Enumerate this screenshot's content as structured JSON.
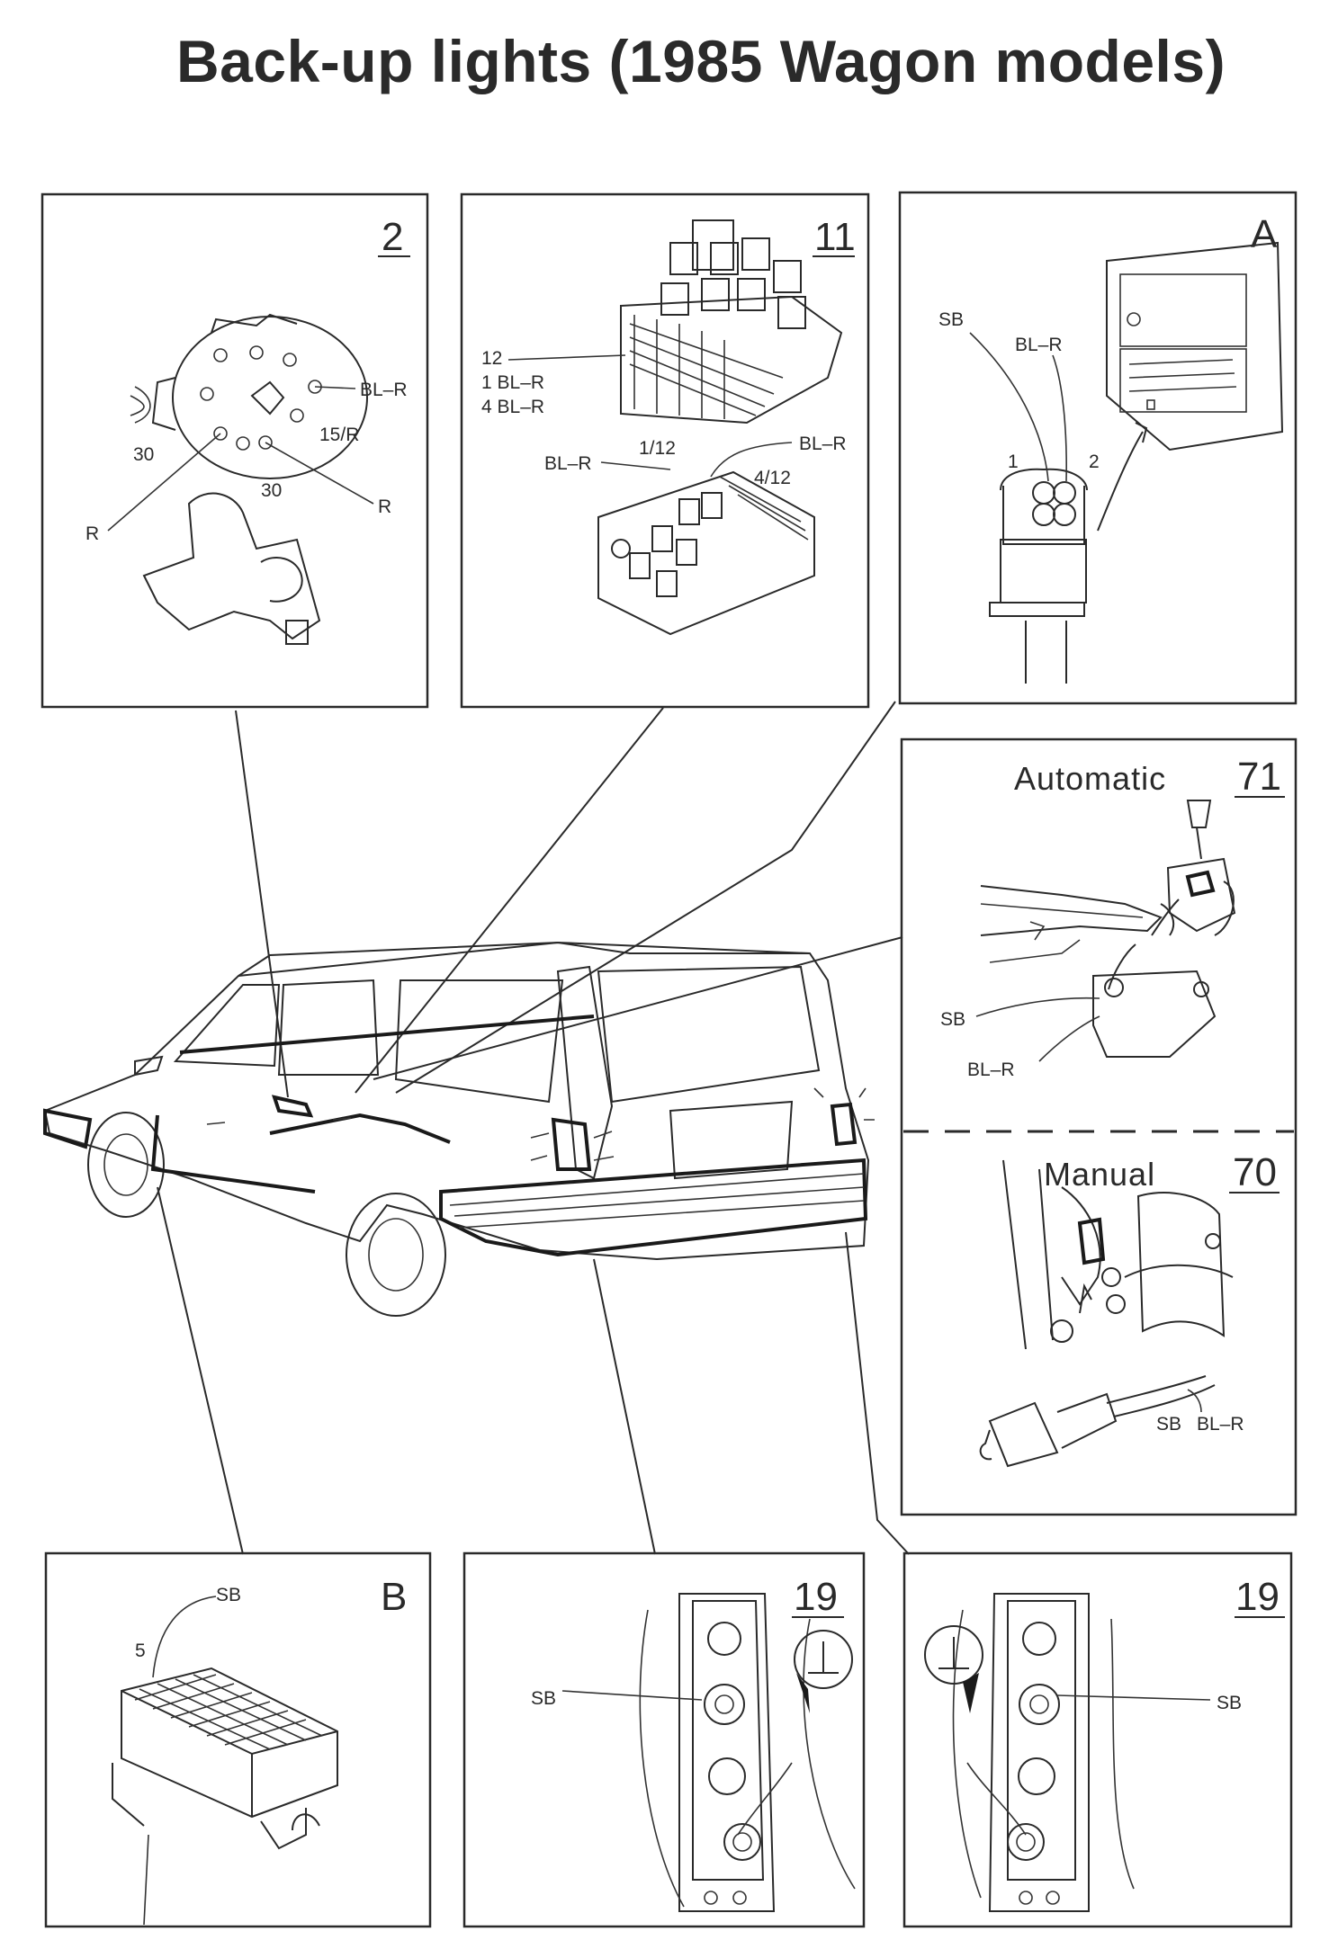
{
  "title": "Back-up lights (1985 Wagon models)",
  "panels": {
    "p2": {
      "number": "2",
      "labels": [
        "BL–R",
        "15/R",
        "30",
        "30",
        "R",
        "R"
      ]
    },
    "p11": {
      "number": "11",
      "labels": [
        "12",
        "1 BL–R",
        "4 BL–R",
        "BL–R",
        "1/12",
        "BL–R",
        "4/12"
      ]
    },
    "pA": {
      "number": "A",
      "labels": [
        "SB",
        "BL–R",
        "1",
        "2"
      ]
    },
    "p71": {
      "number": "71",
      "caption": "Automatic",
      "labels": [
        "SB",
        "BL–R"
      ]
    },
    "p70": {
      "number": "70",
      "caption": "Manual",
      "labels": [
        "SB",
        "BL–R"
      ]
    },
    "pB": {
      "number": "B",
      "labels": [
        "SB",
        "5"
      ]
    },
    "p19L": {
      "number": "19",
      "labels": [
        "SB"
      ]
    },
    "p19R": {
      "number": "19",
      "labels": [
        "SB"
      ]
    }
  },
  "icons": [
    "ignition-switch-icon",
    "fuse-box-icon",
    "connector-icon",
    "gear-selector-icon",
    "backup-switch-icon",
    "multi-pin-connector-icon",
    "tail-lamp-icon",
    "ground-symbol-icon",
    "station-wagon-icon"
  ]
}
